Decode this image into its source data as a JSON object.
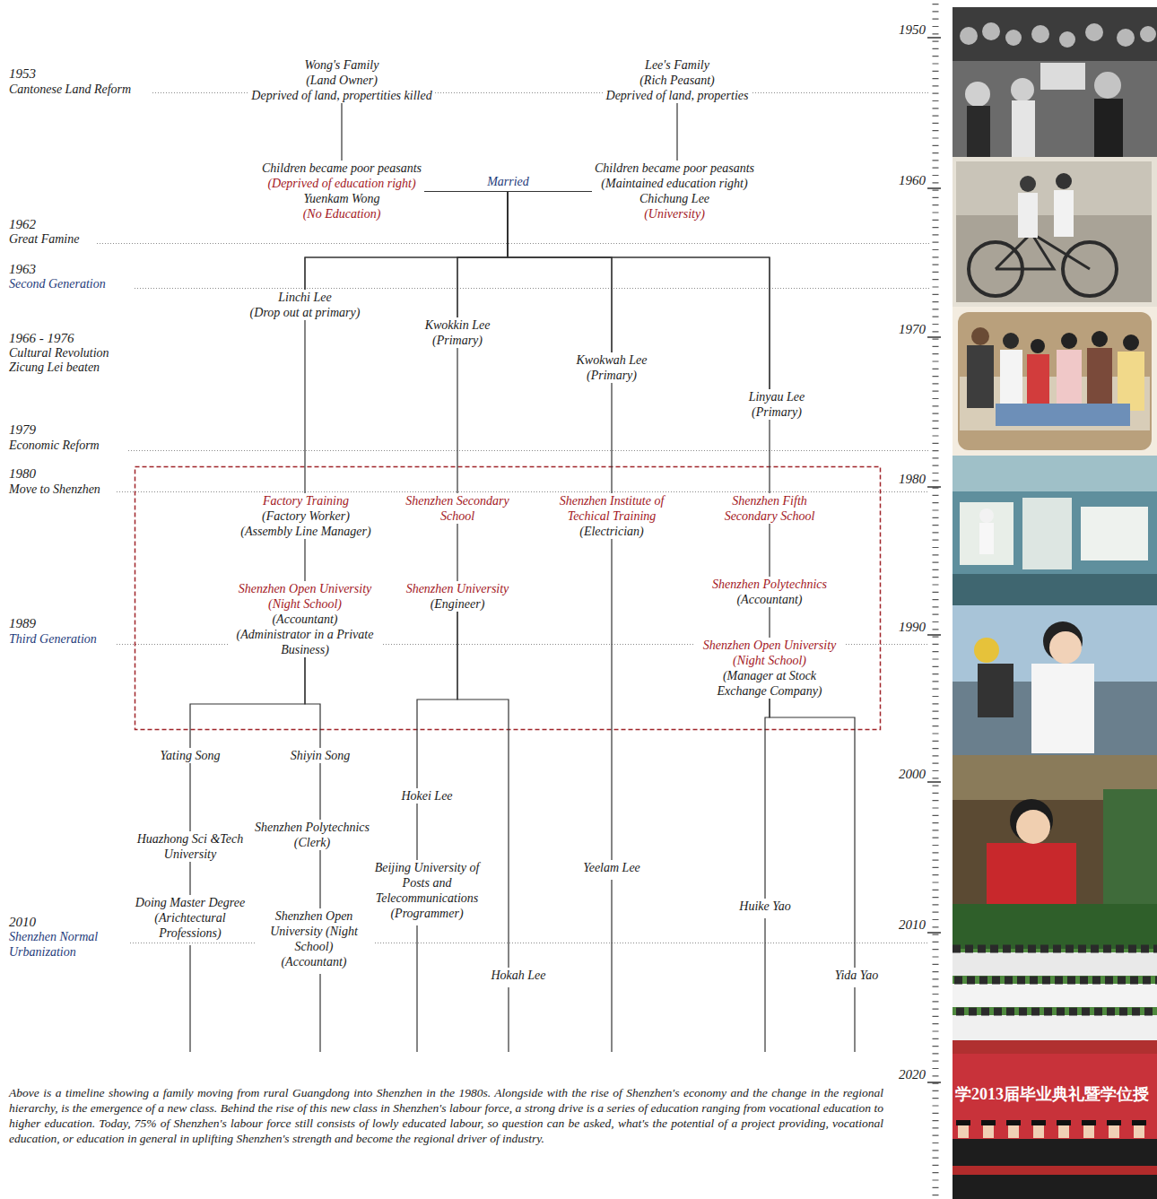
{
  "diagram": {
    "caption": "Above is a timeline showing a family moving from rural Guangdong into Shenzhen in the 1980s. Alongside with the rise of Shenzhen's economy and the change in the regional hierarchy, is the emergence of a new class. Behind the rise of this new class in Shenzhen's labour force, a strong drive is a series of education ranging from vocational education to higher education. Today, 75% of Shenzhen's labour force still consists of lowly educated labour, so question can be asked, what's the potential of a project providing, vocational education, or education in general in uplifting Shenzhen's strength and become the regional driver of industry.",
    "nodes": [
      {
        "text": [
          "Wong's Family",
          "(Land Owner)",
          "Deprived of land, propertities killed"
        ]
      },
      {
        "text": [
          "Lee's Family",
          "(Rich Peasant)",
          "Deprived of land, properties"
        ]
      },
      {
        "text": [
          "Children became poor peasants",
          "(Deprived of education right)",
          "Yuenkam Wong",
          "(No Education)"
        ]
      },
      {
        "text": [
          "Children became poor peasants",
          "(Maintained education right)",
          "Chichung Lee",
          "(University)"
        ]
      },
      {
        "text": [
          "Linchi Lee",
          "(Drop out at primary)"
        ]
      },
      {
        "text": [
          "Kwokkin Lee",
          "(Primary)"
        ]
      },
      {
        "text": [
          "Kwokwah Lee",
          "(Primary)"
        ]
      },
      {
        "text": [
          "Linyau Lee",
          "(Primary)"
        ]
      },
      {
        "text": [
          "Factory Training",
          "(Factory Worker)",
          "(Assembly Line Manager)"
        ]
      },
      {
        "text": [
          "Shenzhen Secondary School"
        ]
      },
      {
        "text": [
          "Shenzhen Institute of Techical Training",
          "(Electrician)"
        ]
      },
      {
        "text": [
          "Shenzhen Fifth Secondary School"
        ]
      },
      {
        "text": [
          "Shenzhen Open University (Night School)",
          "(Accountant)",
          "(Administrator in a Private Business)"
        ]
      },
      {
        "text": [
          "Shenzhen University",
          "(Engineer)"
        ]
      },
      {
        "text": [
          "Shenzhen Polytechnics",
          "(Accountant)"
        ]
      },
      {
        "text": [
          "Shenzhen Open University (Night School)",
          "(Manager at Stock Exchange Company)"
        ]
      },
      {
        "text": [
          "Yating Song"
        ]
      },
      {
        "text": [
          "Shiyin Song"
        ]
      },
      {
        "text": [
          "Hokei Lee"
        ]
      },
      {
        "text": [
          "Huazhong Sci &Tech University"
        ]
      },
      {
        "text": [
          "Shenzhen Polytechnics",
          "(Clerk)"
        ]
      },
      {
        "text": [
          "Beijing University of Posts and Telecommunications",
          "(Programmer)"
        ]
      },
      {
        "text": [
          "Yeelam Lee"
        ]
      },
      {
        "text": [
          "Doing Master Degree",
          "(Arichtectural Professions)"
        ]
      },
      {
        "text": [
          "Huike Yao"
        ]
      },
      {
        "text": [
          "Shenzhen Open University (Night School)",
          "(Accountant)"
        ]
      },
      {
        "text": [
          "Hokah Lee"
        ]
      },
      {
        "text": [
          "Yida Yao"
        ]
      }
    ],
    "edges": [
      {
        "from": 0,
        "to": 2,
        "arrow": "none"
      },
      {
        "from": 1,
        "to": 3,
        "arrow": "none"
      },
      {
        "from": 2,
        "to": 3,
        "label": "Married",
        "arrow": "none"
      },
      {
        "from": 2,
        "to": 4,
        "arrow": "none"
      },
      {
        "from": 2,
        "to": 5,
        "arrow": "none"
      },
      {
        "from": 2,
        "to": 6,
        "arrow": "none"
      },
      {
        "from": 2,
        "to": 7,
        "arrow": "none"
      },
      {
        "from": 3,
        "to": 4,
        "arrow": "none"
      },
      {
        "from": 3,
        "to": 5,
        "arrow": "none"
      },
      {
        "from": 3,
        "to": 6,
        "arrow": "none"
      },
      {
        "from": 3,
        "to": 7,
        "arrow": "none"
      },
      {
        "from": 4,
        "to": 8,
        "arrow": "none"
      },
      {
        "from": 5,
        "to": 9,
        "arrow": "none"
      },
      {
        "from": 6,
        "to": 10,
        "arrow": "none"
      },
      {
        "from": 7,
        "to": 11,
        "arrow": "none"
      },
      {
        "from": 8,
        "to": 12,
        "arrow": "none"
      },
      {
        "from": 9,
        "to": 13,
        "arrow": "none"
      },
      {
        "from": 11,
        "to": 14,
        "arrow": "none"
      },
      {
        "from": 14,
        "to": 15,
        "arrow": "none"
      },
      {
        "from": 12,
        "to": 16,
        "arrow": "none"
      },
      {
        "from": 12,
        "to": 17,
        "arrow": "none"
      },
      {
        "from": 13,
        "to": 18,
        "arrow": "none"
      },
      {
        "from": 13,
        "to": 26,
        "arrow": "none"
      },
      {
        "from": 15,
        "to": 24,
        "arrow": "none"
      },
      {
        "from": 15,
        "to": 27,
        "arrow": "none"
      },
      {
        "from": 10,
        "to": 22,
        "arrow": "none"
      },
      {
        "from": 16,
        "to": 19,
        "arrow": "none"
      },
      {
        "from": 19,
        "to": 23,
        "arrow": "none"
      },
      {
        "from": 17,
        "to": 20,
        "arrow": "none"
      },
      {
        "from": 20,
        "to": 25,
        "arrow": "none"
      },
      {
        "from": 18,
        "to": 21,
        "arrow": "none"
      }
    ],
    "labels": [
      "1953",
      "Cantonese Land Reform",
      "1962",
      "Great Famine",
      "1963",
      "Second Generation",
      "1966 - 1976",
      "Cultural Revolution",
      "Zicung Lei beaten",
      "1979",
      "Economic Reform",
      "1980",
      "Move to Shenzhen",
      "1989",
      "Third Generation",
      "2010",
      "Shenzhen Normal Urbanization",
      "1950",
      "1960",
      "1970",
      "1980",
      "1990",
      "2000",
      "2010",
      "2020",
      "学2013届毕业典礼暨学位授"
    ]
  }
}
